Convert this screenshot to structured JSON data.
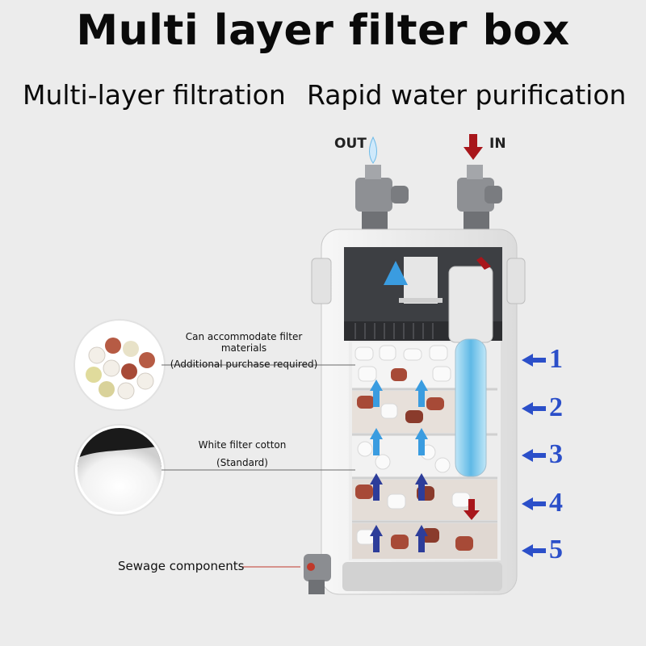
{
  "title": "Multi layer filter box",
  "subtitle_left": "Multi-layer filtration",
  "subtitle_right": "Rapid water purification",
  "ports": {
    "out": "OUT",
    "in": "IN"
  },
  "annotations": {
    "media_line1": "Can accommodate filter materials",
    "media_line2": "(Additional purchase required)",
    "cotton_line1": "White filter cotton",
    "cotton_line2": "(Standard)",
    "sewage": "Sewage components"
  },
  "layers": [
    "1",
    "2",
    "3",
    "4",
    "5"
  ],
  "colors": {
    "accent": "#2b4fc9",
    "flow_up": "#3a9ce0",
    "flow_in": "#a8161b",
    "leader": "#c0392b"
  }
}
